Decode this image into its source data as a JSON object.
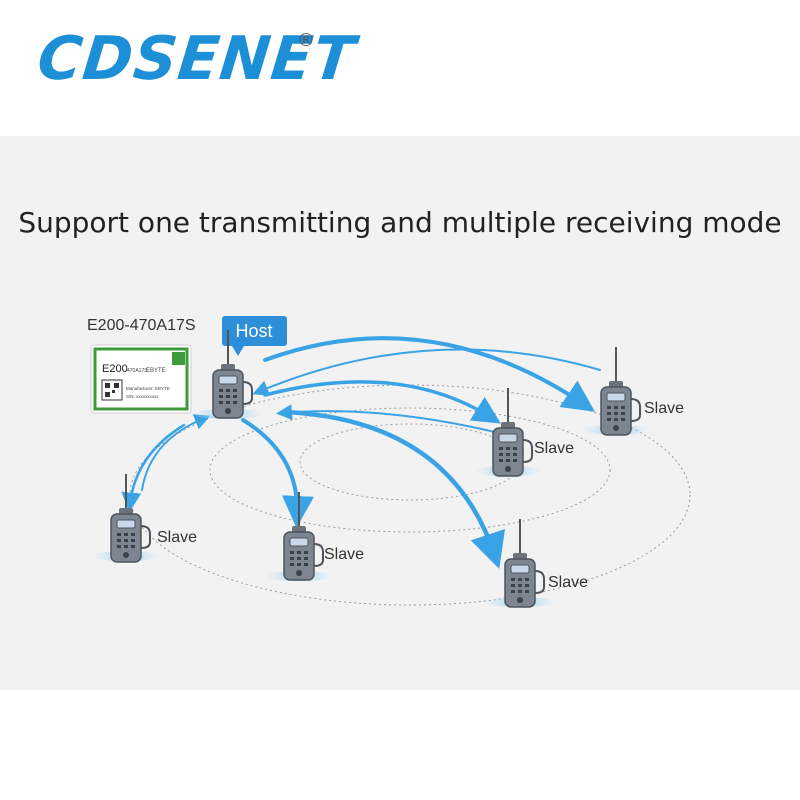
{
  "brand": {
    "logo_text": "CDSENET",
    "registered_mark": "®"
  },
  "headline": "Support one transmitting and multiple receiving mode",
  "module": {
    "model_label": "E200-470A17S",
    "chip_text": "E200",
    "chip_subtext": "470A17S",
    "chip_brand": "EBYTE",
    "chip_maker_line": "Manufacturer: EBYTE",
    "chip_sn_line": "S/N: xxxxxxxxxx"
  },
  "host_badge": "Host",
  "slave_label": "Slave",
  "colors": {
    "accent_blue": "#3aa3e6",
    "radio_body": "#7d8590",
    "panel_bg": "#f2f2f2"
  }
}
